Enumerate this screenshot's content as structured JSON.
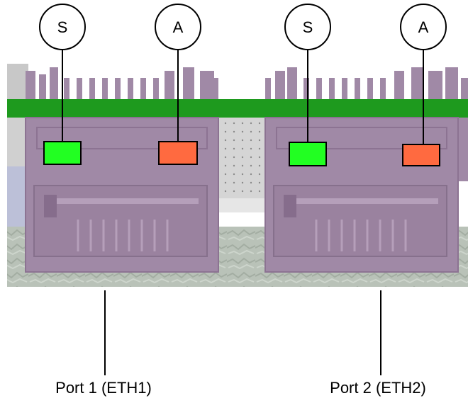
{
  "callouts": [
    {
      "id": "port1-status",
      "letter": "S"
    },
    {
      "id": "port1-activity",
      "letter": "A"
    },
    {
      "id": "port2-status",
      "letter": "S"
    },
    {
      "id": "port2-activity",
      "letter": "A"
    }
  ],
  "ports": [
    {
      "caption": "Port 1 (ETH1)"
    },
    {
      "caption": "Port 2 (ETH2)"
    }
  ],
  "colors": {
    "status_led": "#22ff22",
    "activity_led": "#ff6a40",
    "pcb_green": "#1e9a1e",
    "jack_body": "#a089a6",
    "jack_dark": "#8c7392"
  },
  "icons": [
    "rj45-jack",
    "led-indicator"
  ]
}
